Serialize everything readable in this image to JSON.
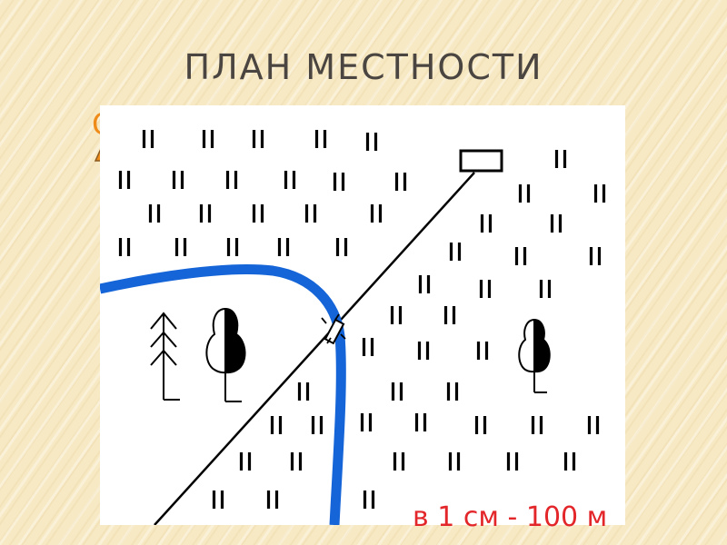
{
  "slide": {
    "title": "ПЛАН МЕСТНОСТИ",
    "north_label": "С",
    "scale_label": "в 1 см - 100 м"
  },
  "colors": {
    "background": "#f7e9c4",
    "title": "#4a4540",
    "north_arrow": "#ef8b18",
    "river": "#1565d8",
    "scale_text": "#e3262a",
    "map_symbols": "#000000"
  },
  "map": {
    "features": [
      "river-symbol",
      "road-symbol",
      "bridge-symbol",
      "building-symbol",
      "conifer-tree-symbol",
      "deciduous-tree-symbol",
      "meadow-symbols"
    ]
  }
}
